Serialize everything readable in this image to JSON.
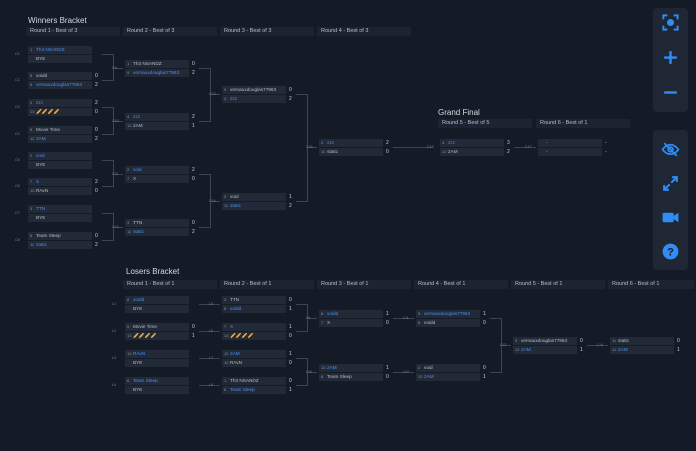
{
  "winners": {
    "title": "Winners Bracket",
    "rounds": [
      "Round 1 - Best of 3",
      "Round 2 - Best of 3",
      "Round 3 - Best of 3",
      "Round 4 - Best of 3"
    ],
    "matches": [
      {
        "id": "C1",
        "p1": {
          "seed": "1",
          "name": "Th3 NSANDZ",
          "score": ""
        },
        "p2": {
          "seed": "",
          "name": "BYE",
          "score": ""
        },
        "win": 1
      },
      {
        "id": "C2",
        "p1": {
          "seed": "8",
          "name": "voidd",
          "score": "0"
        },
        "p2": {
          "seed": "9",
          "name": "vernauxdouglas77963",
          "score": "2"
        },
        "win": 2
      },
      {
        "id": "C3",
        "p1": {
          "seed": "4",
          "name": "zzz",
          "score": "2"
        },
        "p2": {
          "seed": "13",
          "name": "🥖🥖🥖🥖",
          "score": "0"
        },
        "win": 1
      },
      {
        "id": "C4",
        "p1": {
          "seed": "5",
          "name": "Movie Time",
          "score": "0"
        },
        "p2": {
          "seed": "12",
          "name": "2AM",
          "score": "2"
        },
        "win": 2
      },
      {
        "id": "C5",
        "p1": {
          "seed": "2",
          "name": "void",
          "score": ""
        },
        "p2": {
          "seed": "",
          "name": "BYE",
          "score": ""
        },
        "win": 1
      },
      {
        "id": "C6",
        "p1": {
          "seed": "7",
          "name": "X",
          "score": "2"
        },
        "p2": {
          "seed": "10",
          "name": "RAvN",
          "score": "0"
        },
        "win": 1
      },
      {
        "id": "C7",
        "p1": {
          "seed": "3",
          "name": "TTN",
          "score": ""
        },
        "p2": {
          "seed": "",
          "name": "BYE",
          "score": ""
        },
        "win": 1
      },
      {
        "id": "C8",
        "p1": {
          "seed": "6",
          "name": "Team Sleep",
          "score": "0"
        },
        "p2": {
          "seed": "11",
          "name": "static",
          "score": "2"
        },
        "win": 2
      },
      {
        "id": "C9",
        "p1": {
          "seed": "1",
          "name": "Th3 NSANDZ",
          "score": "0"
        },
        "p2": {
          "seed": "9",
          "name": "vernauxdouglas77963",
          "score": "2"
        },
        "win": 2
      },
      {
        "id": "C10",
        "p1": {
          "seed": "4",
          "name": "zzz",
          "score": "2"
        },
        "p2": {
          "seed": "12",
          "name": "2AM",
          "score": "1"
        },
        "win": 1
      },
      {
        "id": "C11",
        "p1": {
          "seed": "2",
          "name": "void",
          "score": "2"
        },
        "p2": {
          "seed": "7",
          "name": "X",
          "score": "0"
        },
        "win": 1
      },
      {
        "id": "C12",
        "p1": {
          "seed": "3",
          "name": "TTN",
          "score": "0"
        },
        "p2": {
          "seed": "11",
          "name": "static",
          "score": "2"
        },
        "win": 2
      },
      {
        "id": "C13",
        "p1": {
          "seed": "9",
          "name": "vernauxdouglas77963",
          "score": "0"
        },
        "p2": {
          "seed": "4",
          "name": "zzz",
          "score": "2"
        },
        "win": 2
      },
      {
        "id": "C14",
        "p1": {
          "seed": "2",
          "name": "void",
          "score": "1"
        },
        "p2": {
          "seed": "11",
          "name": "static",
          "score": "2"
        },
        "win": 2
      },
      {
        "id": "C15",
        "p1": {
          "seed": "4",
          "name": "zzz",
          "score": "2"
        },
        "p2": {
          "seed": "11",
          "name": "static",
          "score": "0"
        },
        "win": 1
      }
    ]
  },
  "grand_final": {
    "title": "Grand Final",
    "rounds": [
      "Round 5 - Best of 5",
      "Round 6 - Best of 1"
    ],
    "matches": [
      {
        "id": "C16",
        "p1": {
          "seed": "4",
          "name": "zzz",
          "score": "3"
        },
        "p2": {
          "seed": "12",
          "name": "2AM",
          "score": "2"
        },
        "win": 1
      },
      {
        "id": "C17",
        "p1": {
          "seed": "",
          "name": "-",
          "score": "-"
        },
        "p2": {
          "seed": "",
          "name": "-",
          "score": "-"
        },
        "win": 0
      }
    ]
  },
  "losers": {
    "title": "Losers Bracket",
    "rounds": [
      "Round 1 - Best of 1",
      "Round 2 - Best of 1",
      "Round 3 - Best of 1",
      "Round 4 - Best of 1",
      "Round 5 - Best of 1",
      "Round 6 - Best of 1"
    ],
    "matches": [
      {
        "id": "L1",
        "p1": {
          "seed": "8",
          "name": "voidd",
          "score": ""
        },
        "p2": {
          "seed": "",
          "name": "BYE",
          "score": ""
        },
        "win": 1
      },
      {
        "id": "L2",
        "p1": {
          "seed": "5",
          "name": "Movie Time",
          "score": "0"
        },
        "p2": {
          "seed": "13",
          "name": "🥖🥖🥖🥖",
          "score": "1"
        },
        "win": 2
      },
      {
        "id": "L3",
        "p1": {
          "seed": "10",
          "name": "RAvN",
          "score": ""
        },
        "p2": {
          "seed": "",
          "name": "BYE",
          "score": ""
        },
        "win": 1
      },
      {
        "id": "L4",
        "p1": {
          "seed": "6",
          "name": "Team Sleep",
          "score": ""
        },
        "p2": {
          "seed": "",
          "name": "BYE",
          "score": ""
        },
        "win": 1
      },
      {
        "id": "L5",
        "p1": {
          "seed": "3",
          "name": "TTN",
          "score": "0"
        },
        "p2": {
          "seed": "8",
          "name": "voidd",
          "score": "1"
        },
        "win": 2
      },
      {
        "id": "L6",
        "p1": {
          "seed": "7",
          "name": "X",
          "score": "1"
        },
        "p2": {
          "seed": "13",
          "name": "🥖🥖🥖🥖",
          "score": "0"
        },
        "win": 1
      },
      {
        "id": "L7",
        "p1": {
          "seed": "12",
          "name": "2AM",
          "score": "1"
        },
        "p2": {
          "seed": "10",
          "name": "RAvN",
          "score": "0"
        },
        "win": 1
      },
      {
        "id": "L8",
        "p1": {
          "seed": "1",
          "name": "Th3 NSANDZ",
          "score": "0"
        },
        "p2": {
          "seed": "6",
          "name": "Team Sleep",
          "score": "1"
        },
        "win": 2
      },
      {
        "id": "L9",
        "p1": {
          "seed": "8",
          "name": "voidd",
          "score": "1"
        },
        "p2": {
          "seed": "7",
          "name": "X",
          "score": "0"
        },
        "win": 1
      },
      {
        "id": "L10",
        "p1": {
          "seed": "12",
          "name": "2AM",
          "score": "1"
        },
        "p2": {
          "seed": "6",
          "name": "Team Sleep",
          "score": "0"
        },
        "win": 1
      },
      {
        "id": "L11",
        "p1": {
          "seed": "9",
          "name": "vernauxdouglas77963",
          "score": "1"
        },
        "p2": {
          "seed": "8",
          "name": "voidd",
          "score": "0"
        },
        "win": 1
      },
      {
        "id": "L12",
        "p1": {
          "seed": "2",
          "name": "void",
          "score": "0"
        },
        "p2": {
          "seed": "12",
          "name": "2AM",
          "score": "1"
        },
        "win": 2
      },
      {
        "id": "L13",
        "p1": {
          "seed": "9",
          "name": "vernauxdouglas77963",
          "score": "0"
        },
        "p2": {
          "seed": "12",
          "name": "2AM",
          "score": "1"
        },
        "win": 2
      },
      {
        "id": "L14",
        "p1": {
          "seed": "11",
          "name": "static",
          "score": "0"
        },
        "p2": {
          "seed": "12",
          "name": "2AM",
          "score": "1"
        },
        "win": 2
      }
    ]
  },
  "toolbar": {
    "icons": [
      "fullscreen-icon",
      "zoom-in-icon",
      "zoom-out-icon",
      "eye-icon",
      "expand-icon",
      "video-icon",
      "help-icon"
    ]
  },
  "colors": {
    "background": "#141a26",
    "winner": "#4a8ff5",
    "accent": "#2f8df5",
    "slot": "#222a38"
  }
}
